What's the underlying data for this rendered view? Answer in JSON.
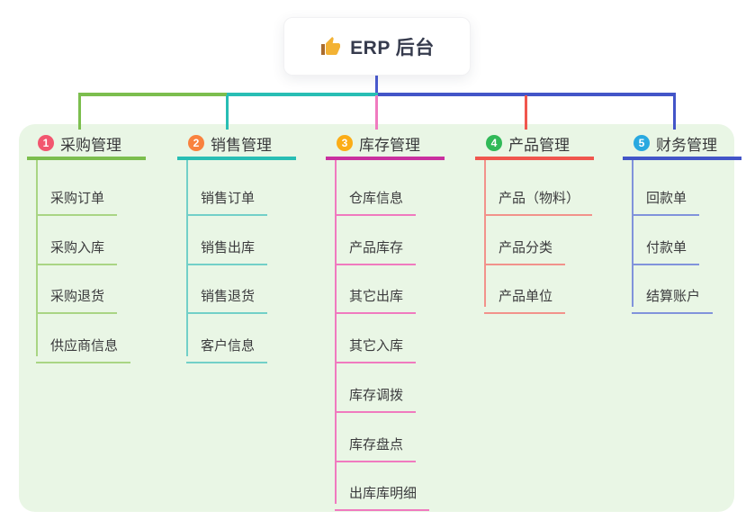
{
  "root": {
    "title": "ERP 后台",
    "icon": "thumbs-up-icon"
  },
  "colors": {
    "canvas": "#ffffff",
    "panel": "#e9f6e5",
    "root_connector": "#4a5ad0",
    "text": "#3b3b3d",
    "root_text": "#363b4d",
    "thumb_gold": "#f3b234",
    "thumb_cuff": "#aa6c2e"
  },
  "branches": [
    {
      "number": "1",
      "label": "采购管理",
      "badge_color": "#f2566f",
      "line_color": "#7cbe4e",
      "child_line_color": "#a9d584",
      "children": [
        "采购订单",
        "采购入库",
        "采购退货",
        "供应商信息"
      ]
    },
    {
      "number": "2",
      "label": "销售管理",
      "badge_color": "#f9823e",
      "line_color": "#28beb4",
      "child_line_color": "#72d0c8",
      "children": [
        "销售订单",
        "销售出库",
        "销售退货",
        "客户信息"
      ]
    },
    {
      "number": "3",
      "label": "库存管理",
      "badge_color": "#fbad17",
      "line_color": "#c9309f",
      "child_line_color": "#f07abf",
      "children": [
        "仓库信息",
        "产品库存",
        "其它出库",
        "其它入库",
        "库存调拨",
        "库存盘点",
        "出库库明细"
      ]
    },
    {
      "number": "4",
      "label": "产品管理",
      "badge_color": "#31b958",
      "line_color": "#f0564e",
      "child_line_color": "#f2928b",
      "children": [
        "产品（物料）",
        "产品分类",
        "产品单位"
      ]
    },
    {
      "number": "5",
      "label": "财务管理",
      "badge_color": "#29a9e0",
      "line_color": "#4355c8",
      "child_line_color": "#8193db",
      "children": [
        "回款单",
        "付款单",
        "结算账户"
      ]
    }
  ]
}
